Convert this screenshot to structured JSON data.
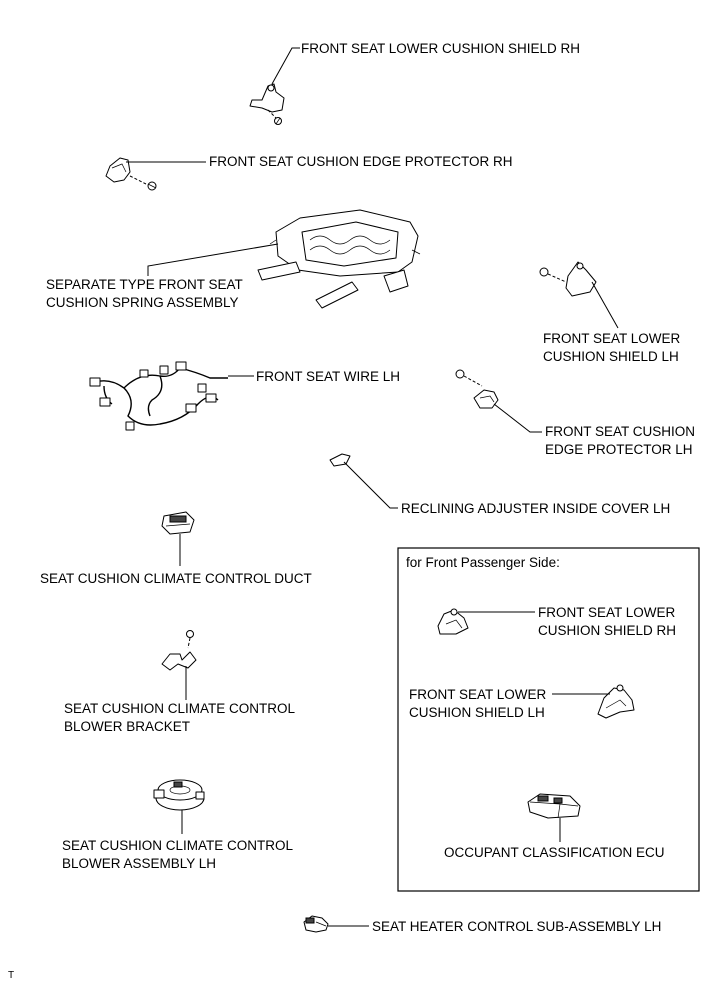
{
  "labels": {
    "lower_shield_rh_top": "FRONT SEAT LOWER CUSHION SHIELD RH",
    "edge_protector_rh": "FRONT SEAT CUSHION EDGE PROTECTOR RH",
    "spring_assy_l1": "SEPARATE TYPE FRONT SEAT",
    "spring_assy_l2": "CUSHION SPRING ASSEMBLY",
    "lower_shield_lh_l1": "FRONT SEAT LOWER",
    "lower_shield_lh_l2": "CUSHION SHIELD LH",
    "wire_lh": "FRONT SEAT WIRE LH",
    "edge_protector_lh_l1": "FRONT SEAT CUSHION",
    "edge_protector_lh_l2": "EDGE PROTECTOR LH",
    "reclining_cover": "RECLINING ADJUSTER INSIDE COVER LH",
    "climate_duct": "SEAT CUSHION CLIMATE CONTROL DUCT",
    "blower_bracket_l1": "SEAT CUSHION CLIMATE CONTROL",
    "blower_bracket_l2": "BLOWER BRACKET",
    "blower_assy_l1": "SEAT CUSHION CLIMATE CONTROL",
    "blower_assy_l2": "BLOWER ASSEMBLY LH",
    "heater_control": "SEAT HEATER CONTROL SUB-ASSEMBLY LH",
    "corner_mark": "T"
  },
  "passenger_box": {
    "title": "for Front Passenger Side:",
    "shield_rh_l1": "FRONT SEAT LOWER",
    "shield_rh_l2": "CUSHION SHIELD RH",
    "shield_lh_l1": "FRONT SEAT LOWER",
    "shield_lh_l2": "CUSHION SHIELD LH",
    "ecu": "OCCUPANT CLASSIFICATION ECU"
  }
}
